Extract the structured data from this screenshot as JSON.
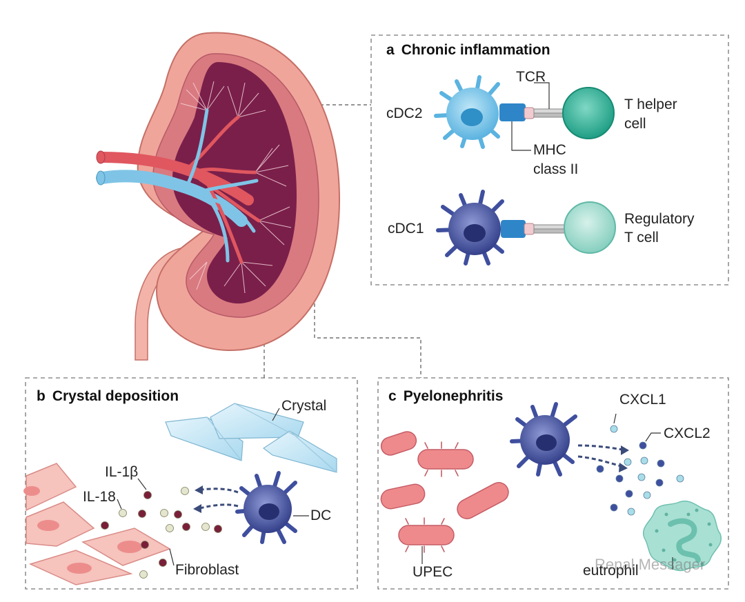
{
  "panels": {
    "a": {
      "letter": "a",
      "title": "Chronic inflammation"
    },
    "b": {
      "letter": "b",
      "title": "Crystal deposition"
    },
    "c": {
      "letter": "c",
      "title": "Pyelonephritis"
    }
  },
  "labels": {
    "tcr": "TCR",
    "cdc2": "cDC2",
    "t_helper_1": "T helper",
    "t_helper_2": "cell",
    "mhc_1": "MHC",
    "mhc_2": "class II",
    "cdc1": "cDC1",
    "treg_1": "Regulatory",
    "treg_2": "T cell",
    "crystal": "Crystal",
    "il1b": "IL-1β",
    "il18": "IL-18",
    "dc": "DC",
    "fibroblast": "Fibroblast",
    "cxcl1": "CXCL1",
    "cxcl2": "CXCL2",
    "upec": "UPEC",
    "neutrophil": "eutrophil"
  },
  "watermark": "Renal Messager",
  "colors": {
    "kidney_outer": "#f0a59b",
    "kidney_inner": "#7a1f4a",
    "artery": "#e0575f",
    "vein": "#7fc4e6",
    "cdc2_cell": "#7cc7ea",
    "cdc1_cell": "#3f4f9e",
    "th_cell": "#2fae95",
    "treg_cell": "#8fd6c6",
    "bacteria": "#ef8a8c"
  }
}
